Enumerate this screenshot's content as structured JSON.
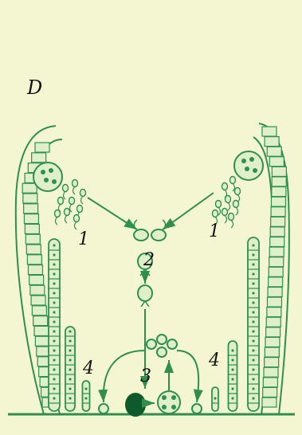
{
  "figure": {
    "panel_label": "D",
    "labels": {
      "gametes_left": "1",
      "gametes_right": "1",
      "fusion": "2",
      "zygote": "3",
      "germling_left": "4",
      "germling_right": "4"
    }
  },
  "colors": {
    "background": "#f4f6d2",
    "ink": "#2f8f4f",
    "fill": "#dff0c8",
    "dark": "#0f5a2c"
  }
}
